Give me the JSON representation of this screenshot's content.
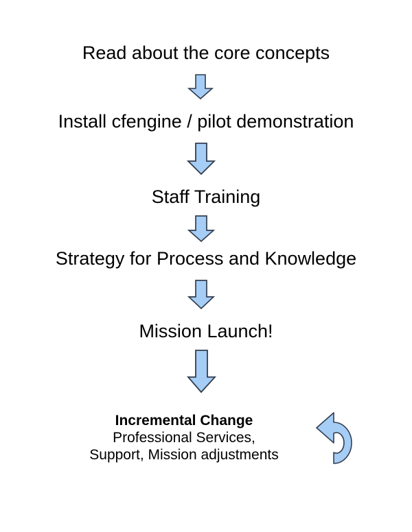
{
  "diagram": {
    "title": "CFEngine adoption process flow",
    "background_color": "#ffffff",
    "text_color": "#000000",
    "arrow_fill_color": "#a5cdf5",
    "arrow_stroke_color": "#333d4d",
    "steps": [
      {
        "id": "step-read-core-concepts",
        "label": "Read about the core concepts"
      },
      {
        "id": "step-install-cfengine",
        "label": "Install cfengine / pilot demonstration"
      },
      {
        "id": "step-staff-training",
        "label": "Staff Training"
      },
      {
        "id": "step-strategy",
        "label": "Strategy for Process and Knowledge"
      },
      {
        "id": "step-mission-launch",
        "label": "Mission Launch!"
      }
    ],
    "connectors": [
      {
        "id": "connector-1",
        "icon": "down-arrow-icon",
        "from": "step-read-core-concepts",
        "to": "step-install-cfengine"
      },
      {
        "id": "connector-2",
        "icon": "down-arrow-icon",
        "from": "step-install-cfengine",
        "to": "step-staff-training"
      },
      {
        "id": "connector-3",
        "icon": "down-arrow-icon",
        "from": "step-staff-training",
        "to": "step-strategy"
      },
      {
        "id": "connector-4",
        "icon": "down-arrow-icon",
        "from": "step-strategy",
        "to": "step-mission-launch"
      },
      {
        "id": "connector-5",
        "icon": "down-arrow-icon",
        "from": "step-mission-launch",
        "to": "final-step"
      }
    ],
    "final_step": {
      "id": "final-step",
      "title": "Incremental Change",
      "lines": [
        "Professional Services,",
        "Support, Mission adjustments"
      ],
      "loop_icon": "circular-loop-arrow-icon"
    }
  }
}
